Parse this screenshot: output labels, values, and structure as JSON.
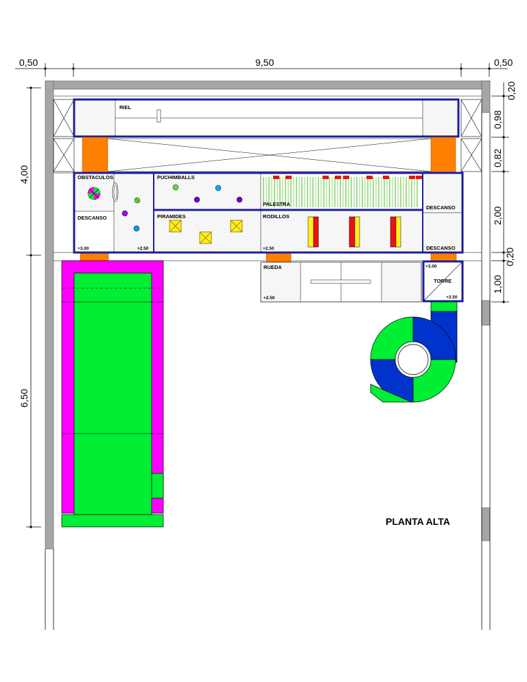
{
  "dimensions": {
    "top_left": "0,50",
    "top_center": "9,50",
    "top_right": "0,50",
    "left_upper": "4,00",
    "left_lower": "6,50",
    "right_1": "0,20",
    "right_2": "0,98",
    "right_3": "0,82",
    "right_4": "2,00",
    "right_5": "0,20",
    "right_6": "1,00"
  },
  "rooms": {
    "riel": "RIEL",
    "obstaculos": "OBSTACULOS",
    "descanso_left": "DESCANSO",
    "puchimballs": "PUCHIMBALLS",
    "piramides": "PIRAMIDES",
    "palestra": "PALESTRA",
    "rodillos": "RODILLOS",
    "descanso_right_top": "DESCANSO",
    "descanso_right_bottom": "DESCANSO",
    "rueda": "RUEDA",
    "torre": "TORRE"
  },
  "levels": {
    "obstaculos_left": "+3.00",
    "obstaculos_right": "+2.50",
    "rodillos": "+2.50",
    "rueda": "+2.50",
    "torre_top": "+3.00",
    "torre_bottom": "+3.50"
  },
  "title": "PLANTA ALTA",
  "colors": {
    "frame": "#1c1c9c",
    "orange": "#ff7f00",
    "green": "#00ff40",
    "magenta": "#ff00ff",
    "blue": "#0033cc",
    "red": "#ee1111",
    "yellow": "#ffee22",
    "wall": "#a6a6a6"
  }
}
